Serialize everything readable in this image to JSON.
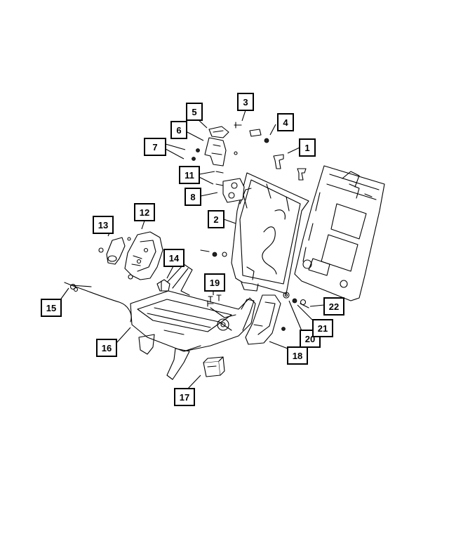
{
  "callouts": [
    {
      "id": "c1",
      "label": "1"
    },
    {
      "id": "c2",
      "label": "2"
    },
    {
      "id": "c3",
      "label": "3"
    },
    {
      "id": "c4",
      "label": "4"
    },
    {
      "id": "c5",
      "label": "5"
    },
    {
      "id": "c6",
      "label": "6"
    },
    {
      "id": "c7",
      "label": "7"
    },
    {
      "id": "c8",
      "label": "8"
    },
    {
      "id": "c11",
      "label": "11"
    },
    {
      "id": "c12",
      "label": "12"
    },
    {
      "id": "c13",
      "label": "13"
    },
    {
      "id": "c14",
      "label": "14"
    },
    {
      "id": "c15",
      "label": "15"
    },
    {
      "id": "c16",
      "label": "16"
    },
    {
      "id": "c17",
      "label": "17"
    },
    {
      "id": "c18",
      "label": "18"
    },
    {
      "id": "c19",
      "label": "19"
    },
    {
      "id": "c20",
      "label": "20"
    },
    {
      "id": "c21",
      "label": "21"
    },
    {
      "id": "c22",
      "label": "22"
    }
  ]
}
